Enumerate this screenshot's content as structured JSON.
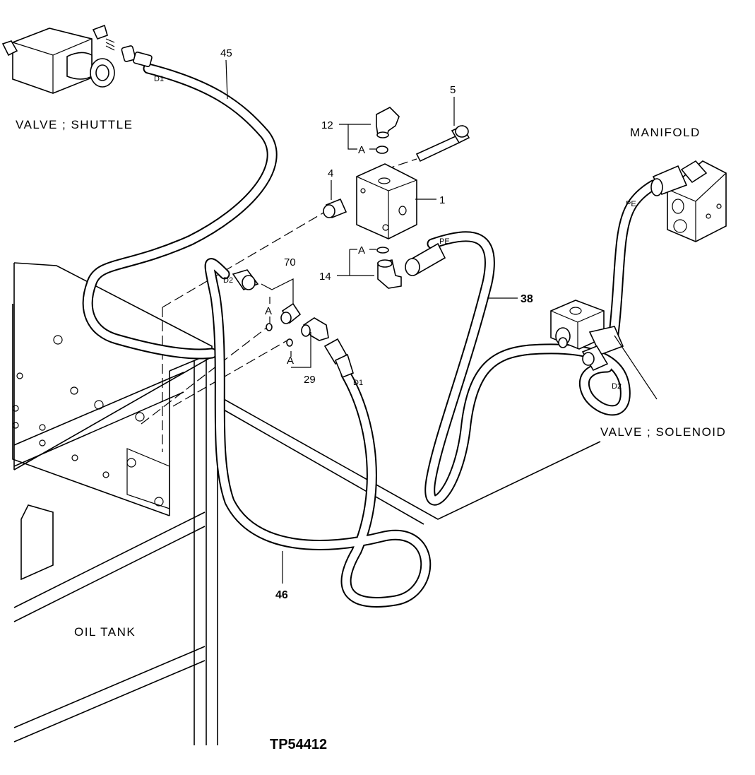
{
  "labels": {
    "valve_shuttle": "VALVE ; SHUTTLE",
    "manifold": "MANIFOLD",
    "valve_solenoid": "VALVE ; SOLENOID",
    "oil_tank": "OIL TANK"
  },
  "port_codes": {
    "d1_top": "D1",
    "d1_mid": "D1",
    "d2_left": "D2",
    "d2_right": "D2",
    "pe_mid": "PE",
    "pe_right": "PE"
  },
  "callouts": {
    "hose_45": "45",
    "bolt_5": "5",
    "elbow_12": "12",
    "letter_a_12": "A",
    "spacer_4": "4",
    "block_1": "1",
    "letter_a_14": "A",
    "elbow_14": "14",
    "fitting_70": "70",
    "letter_a_70": "A",
    "letter_a_29": "A",
    "elbow_29": "29",
    "hose_38": "38",
    "hose_46": "46"
  },
  "reference": "TP54412"
}
